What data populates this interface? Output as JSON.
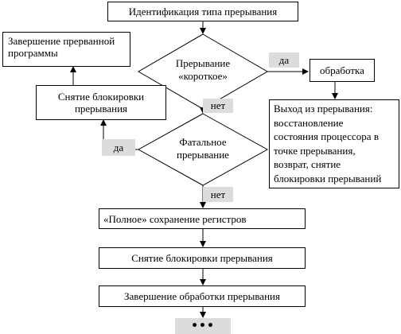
{
  "flowchart": {
    "identify": "Идентификация типа прерывания",
    "terminate_interrupted": "Завершение прерванной\nпрограммы",
    "decision_short": "Прерывание\n«короткое»",
    "yes_short": "да",
    "processing": "обработка",
    "unblock_left": "Снятие блокировки\nпрерывания",
    "no_short": "нет",
    "exit_text": "Выход из прерывания:\nвосстановление\nсостояния процессора в\nточке прерывания,\nвозврат, снятие\nблокировки прерываний",
    "yes_fatal": "да",
    "decision_fatal": "Фатальное\nпрерывание",
    "no_fatal": "нет",
    "full_save": "«Полное» сохранение регистров",
    "unblock": "Снятие блокировки прерывания",
    "finish_processing": "Завершение обработки прерывания",
    "ellipsis": "•••"
  }
}
